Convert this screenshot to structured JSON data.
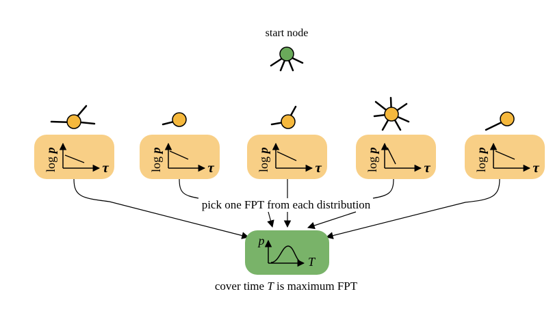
{
  "start_node": {
    "label": "start node",
    "color": "#6aaa5a"
  },
  "distributions": [
    {
      "axis_y": "log",
      "axis_y_var": "p",
      "axis_x": "τ"
    },
    {
      "axis_y": "log",
      "axis_y_var": "p",
      "axis_x": "τ"
    },
    {
      "axis_y": "log",
      "axis_y_var": "p",
      "axis_x": "τ"
    },
    {
      "axis_y": "log",
      "axis_y_var": "p",
      "axis_x": "τ"
    },
    {
      "axis_y": "log",
      "axis_y_var": "p",
      "axis_x": "τ"
    }
  ],
  "pick_label": "pick one FPT from each distribution",
  "result": {
    "axis_y": "p",
    "axis_x": "T",
    "color": "#79b369"
  },
  "caption": {
    "before": "cover time ",
    "var": "T",
    "after": " is maximum FPT"
  },
  "colors": {
    "node": "#f5b83d",
    "box": "#f8cf86",
    "green_box": "#79b369"
  }
}
